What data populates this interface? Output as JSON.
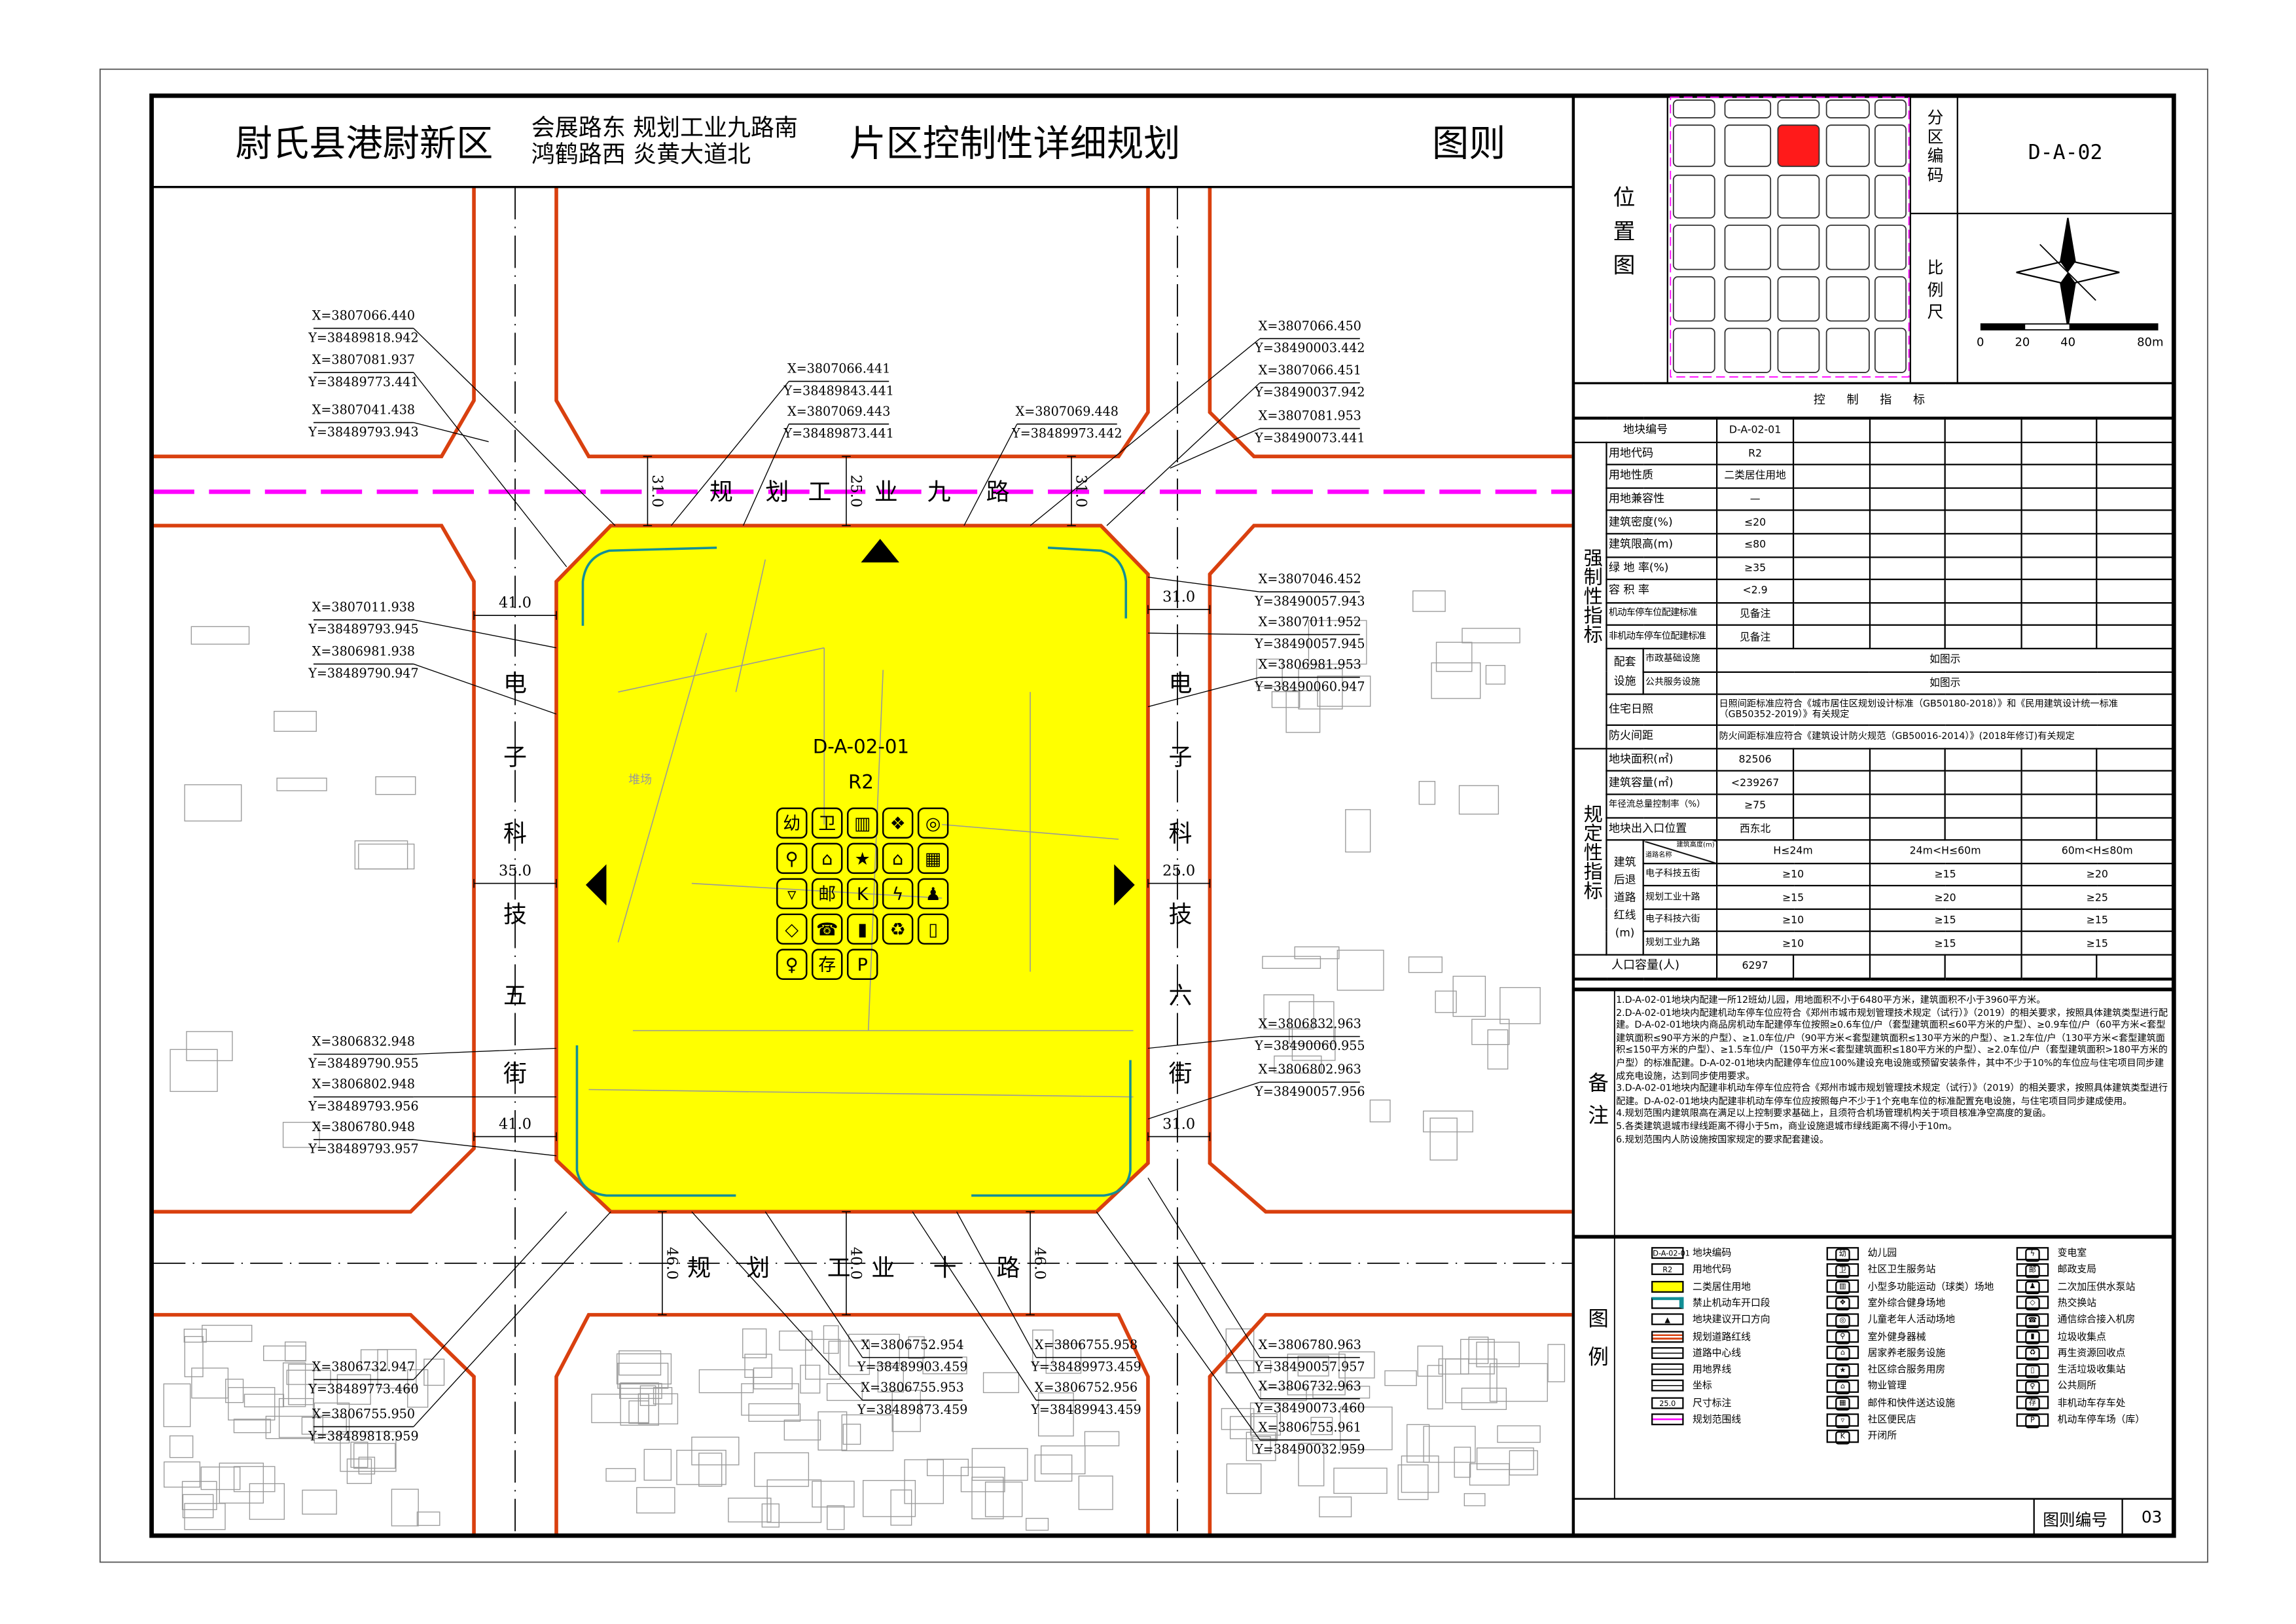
{
  "title": {
    "district": "尉氏县港尉新区",
    "boundary_line1": "会展路东  规划工业九路南",
    "boundary_line2": "鸿鹤路西  炎黄大道北",
    "plan_name": "片区控制性详细规划",
    "sheet_type": "图则"
  },
  "plot": {
    "code": "D-A-02-01",
    "land_use": "R2",
    "stockyard_label": "堆场"
  },
  "roads": {
    "north": [
      "规",
      "划",
      "工",
      "业",
      "九",
      "路"
    ],
    "south": [
      "规",
      "划",
      "工",
      "业",
      "十",
      "路"
    ],
    "west": [
      "电",
      "子",
      "科",
      "技",
      "五",
      "街"
    ],
    "east": [
      "电",
      "子",
      "科",
      "技",
      "六",
      "街"
    ]
  },
  "dimensions": {
    "north": [
      "31.0",
      "25.0",
      "31.0"
    ],
    "south": [
      "46.0",
      "40.0",
      "46.0"
    ],
    "west": [
      "41.0",
      "35.0",
      "41.0"
    ],
    "east": [
      "31.0",
      "25.0",
      "31.0"
    ]
  },
  "coordinates": [
    {
      "x": "X=3807066.440",
      "y": "Y=38489818.942"
    },
    {
      "x": "X=3807081.937",
      "y": "Y=38489773.441"
    },
    {
      "x": "X=3807041.438",
      "y": "Y=38489793.943"
    },
    {
      "x": "X=3807066.441",
      "y": "Y=38489843.441"
    },
    {
      "x": "X=3807069.443",
      "y": "Y=38489873.441"
    },
    {
      "x": "X=3807069.448",
      "y": "Y=38489973.442"
    },
    {
      "x": "X=3807066.450",
      "y": "Y=38490003.442"
    },
    {
      "x": "X=3807066.451",
      "y": "Y=38490037.942"
    },
    {
      "x": "X=3807081.953",
      "y": "Y=38490073.441"
    },
    {
      "x": "X=3807046.452",
      "y": "Y=38490057.943"
    },
    {
      "x": "X=3807011.952",
      "y": "Y=38490057.945"
    },
    {
      "x": "X=3806981.953",
      "y": "Y=38490060.947"
    },
    {
      "x": "X=3807011.938",
      "y": "Y=38489793.945"
    },
    {
      "x": "X=3806981.938",
      "y": "Y=38489790.947"
    },
    {
      "x": "X=3806832.948",
      "y": "Y=38489790.955"
    },
    {
      "x": "X=3806802.948",
      "y": "Y=38489793.956"
    },
    {
      "x": "X=3806780.948",
      "y": "Y=38489793.957"
    },
    {
      "x": "X=3806832.963",
      "y": "Y=38490060.955"
    },
    {
      "x": "X=3806802.963",
      "y": "Y=38490057.956"
    },
    {
      "x": "X=3806732.947",
      "y": "Y=38489773.460"
    },
    {
      "x": "X=3806755.950",
      "y": "Y=38489818.959"
    },
    {
      "x": "X=3806752.954",
      "y": "Y=38489903.459"
    },
    {
      "x": "X=3806755.953",
      "y": "Y=38489873.459"
    },
    {
      "x": "X=3806755.958",
      "y": "Y=38489973.459"
    },
    {
      "x": "X=3806752.956",
      "y": "Y=38489943.459"
    },
    {
      "x": "X=3806780.963",
      "y": "Y=38490057.957"
    },
    {
      "x": "X=3806732.963",
      "y": "Y=38490073.460"
    },
    {
      "x": "X=3806755.961",
      "y": "Y=38490032.959"
    }
  ],
  "facility_icons": [
    {
      "name": "kindergarten",
      "glyph": "幼"
    },
    {
      "name": "health-station",
      "glyph": "卫"
    },
    {
      "name": "ball-court",
      "glyph": "▥"
    },
    {
      "name": "outdoor-fitness-ground",
      "glyph": "❖"
    },
    {
      "name": "children-elderly-activity",
      "glyph": "◎"
    },
    {
      "name": "fitness-equipment",
      "glyph": "⚲"
    },
    {
      "name": "home-elderly-care",
      "glyph": "⌂"
    },
    {
      "name": "community-service",
      "glyph": "★"
    },
    {
      "name": "property-management",
      "glyph": "⌂"
    },
    {
      "name": "parcel-delivery",
      "glyph": "▦"
    },
    {
      "name": "convenience-store",
      "glyph": "▿"
    },
    {
      "name": "post-office",
      "glyph": "邮"
    },
    {
      "name": "switching-station",
      "glyph": "K"
    },
    {
      "name": "substation",
      "glyph": "ϟ"
    },
    {
      "name": "pump-station",
      "glyph": "♟"
    },
    {
      "name": "heat-exchange",
      "glyph": "◇"
    },
    {
      "name": "telecom-room",
      "glyph": "☎"
    },
    {
      "name": "garbage-point",
      "glyph": "▮"
    },
    {
      "name": "recycling-point",
      "glyph": "♻"
    },
    {
      "name": "garbage-station",
      "glyph": "▯"
    },
    {
      "name": "public-toilet",
      "glyph": "♀"
    },
    {
      "name": "bicycle-parking",
      "glyph": "存"
    },
    {
      "name": "car-parking",
      "glyph": "P"
    }
  ],
  "position_panel": {
    "label": "位置图",
    "zone_code_label": "分区编码",
    "zone_code": "D-A-02",
    "scale_label": "比例尺",
    "scale_ticks": [
      "0",
      "20",
      "40",
      "80m"
    ]
  },
  "control_table": {
    "title": "控 制 指 标",
    "block_id_label": "地块编号",
    "block_id": "D-A-02-01",
    "mandatory_label": "强制性指标",
    "mandatory_rows": [
      {
        "label": "用地代码",
        "value": "R2"
      },
      {
        "label": "用地性质",
        "value": "二类居住用地"
      },
      {
        "label": "用地兼容性",
        "value": "—"
      },
      {
        "label": "建筑密度(%)",
        "value": "≤20"
      },
      {
        "label": "建筑限高(m)",
        "value": "≤80"
      },
      {
        "label": "绿 地 率(%)",
        "value": "≥35"
      },
      {
        "label": "容 积 率",
        "value": "<2.9"
      },
      {
        "label": "机动车停车位配建标准",
        "value": "见备注"
      },
      {
        "label": "非机动车停车位配建标准",
        "value": "见备注"
      }
    ],
    "facilities_label": "配套设施",
    "facilities": [
      {
        "label": "市政基础设施",
        "value": "如图示"
      },
      {
        "label": "公共服务设施",
        "value": "如图示"
      }
    ],
    "sunlight": {
      "label": "住宅日照",
      "value": "日照间距标准应符合《城市居住区规划设计标准（GB50180-2018）》和《民用建筑设计统一标准（GB50352-2019）》有关规定"
    },
    "fire": {
      "label": "防火间距",
      "value": "防火间距标准应符合《建筑设计防火规范（GB50016-2014）》(2018年修订)有关规定"
    },
    "prescriptive_label": "规定性指标",
    "prescriptive_rows": [
      {
        "label": "地块面积(㎡)",
        "value": "82506"
      },
      {
        "label": "建筑容量(㎡)",
        "value": "<239267"
      },
      {
        "label": "年径流总量控制率（%）",
        "value": "≥75"
      },
      {
        "label": "地块出入口位置",
        "value": "西东北"
      }
    ],
    "setback": {
      "label": "建筑后退道路红线(m)",
      "header_height": "建筑高度(m)",
      "header_road": "道路名称",
      "columns": [
        "H≤24m",
        "24m<H≤60m",
        "60m<H≤80m"
      ],
      "rows": [
        {
          "road": "电子科技五街",
          "values": [
            "≥10",
            "≥15",
            "≥20"
          ]
        },
        {
          "road": "规划工业十路",
          "values": [
            "≥15",
            "≥20",
            "≥25"
          ]
        },
        {
          "road": "电子科技六街",
          "values": [
            "≥10",
            "≥15",
            "≥15"
          ]
        },
        {
          "road": "规划工业九路",
          "values": [
            "≥10",
            "≥15",
            "≥15"
          ]
        }
      ]
    },
    "population": {
      "label": "人口容量(人)",
      "value": "6297"
    }
  },
  "notes": {
    "label": "备注",
    "items": [
      "1.D-A-02-01地块内配建一所12班幼儿园，用地面积不小于6480平方米，建筑面积不小于3960平方米。",
      "2.D-A-02-01地块内配建机动车停车位应符合《郑州市城市规划管理技术规定（试行）》（2019）的相关要求，按照具体建筑类型进行配建。D-A-02-01地块内商品房机动车配建停车位按照≥0.6车位/户（套型建筑面积≤60平方米的户型）、≥0.9车位/户（60平方米<套型建筑面积≤90平方米的户型）、≥1.0车位/户（90平方米<套型建筑面积≤130平方米的户型）、≥1.2车位/户（130平方米<套型建筑面积≤150平方米的户型）、≥1.5车位/户（150平方米<套型建筑面积≤180平方米的户型）、≥2.0车位/户（套型建筑面积>180平方米的户型）的标准配建。D-A-02-01地块内配建停车位应100%建设充电设施或预留安装条件，其中不少于10%的车位应与住宅项目同步建成充电设施，达到同步使用要求。",
      "3.D-A-02-01地块内配建非机动车停车位应符合《郑州市城市规划管理技术规定（试行）》（2019）的相关要求，按照具体建筑类型进行配建。D-A-02-01地块内配建非机动车停车位应按照每户不少于1个充电车位的标准配置充电设施，与住宅项目同步建成使用。",
      "4.规划范围内建筑限高在满足以上控制要求基础上，且须符合机场管理机构关于项目核准净空高度的复函。",
      "5.各类建筑退城市绿线距离不得小于5m，商业设施退城市绿线距离不得小于10m。",
      "6.规划范围内人防设施按国家规定的要求配套建设。"
    ]
  },
  "legend": {
    "label": "图例",
    "col1": [
      {
        "label": "地块编码",
        "sample": "D-A-02-01",
        "kind": "code"
      },
      {
        "label": "用地代码",
        "sample": "R2",
        "kind": "code"
      },
      {
        "label": "二类居住用地",
        "kind": "yellow"
      },
      {
        "label": "禁止机动车开口段",
        "kind": "teal"
      },
      {
        "label": "地块建议开口方向",
        "kind": "triangle"
      },
      {
        "label": "规划道路红线",
        "kind": "redline"
      },
      {
        "label": "道路中心线",
        "kind": "centerline"
      },
      {
        "label": "用地界线",
        "kind": "boundary"
      },
      {
        "label": "坐标",
        "kind": "coord"
      },
      {
        "label": "尺寸标注",
        "sample": "25.0",
        "kind": "dim"
      },
      {
        "label": "规划范围线",
        "kind": "magenta"
      }
    ],
    "col2": [
      {
        "label": "幼儿园",
        "glyph": "幼"
      },
      {
        "label": "社区卫生服务站",
        "glyph": "卫"
      },
      {
        "label": "小型多功能运动（球类）场地",
        "glyph": "▥"
      },
      {
        "label": "室外综合健身场地",
        "glyph": "❖"
      },
      {
        "label": "儿童老年人活动场地",
        "glyph": "◎"
      },
      {
        "label": "室外健身器械",
        "glyph": "⚲"
      },
      {
        "label": "居家养老服务设施",
        "glyph": "⌂"
      },
      {
        "label": "社区综合服务用房",
        "glyph": "★"
      },
      {
        "label": "物业管理",
        "glyph": "⌂"
      },
      {
        "label": "邮件和快件送达设施",
        "glyph": "▦"
      },
      {
        "label": "社区便民店",
        "glyph": "▿"
      },
      {
        "label": "开闭所",
        "glyph": "K"
      }
    ],
    "col3": [
      {
        "label": "变电室",
        "glyph": "ϟ"
      },
      {
        "label": "邮政支局",
        "glyph": "邮"
      },
      {
        "label": "二次加压供水泵站",
        "glyph": "♟"
      },
      {
        "label": "热交换站",
        "glyph": "◇"
      },
      {
        "label": "通信综合接入机房",
        "glyph": "☎"
      },
      {
        "label": "垃圾收集点",
        "glyph": "▮"
      },
      {
        "label": "再生资源回收点",
        "glyph": "♻"
      },
      {
        "label": "生活垃圾收集站",
        "glyph": "▯"
      },
      {
        "label": "公共厕所",
        "glyph": "♀"
      },
      {
        "label": "非机动车存车处",
        "glyph": "存"
      },
      {
        "label": "机动车停车场（库）",
        "glyph": "P"
      }
    ]
  },
  "footer": {
    "sheet_no_label": "图则编号",
    "sheet_no": "03"
  },
  "colors": {
    "plot": "#ffff00",
    "red_line": "#d9400f",
    "magenta": "#ff00ff",
    "teal": "#138f96",
    "red_cell": "#ff1a1a"
  }
}
